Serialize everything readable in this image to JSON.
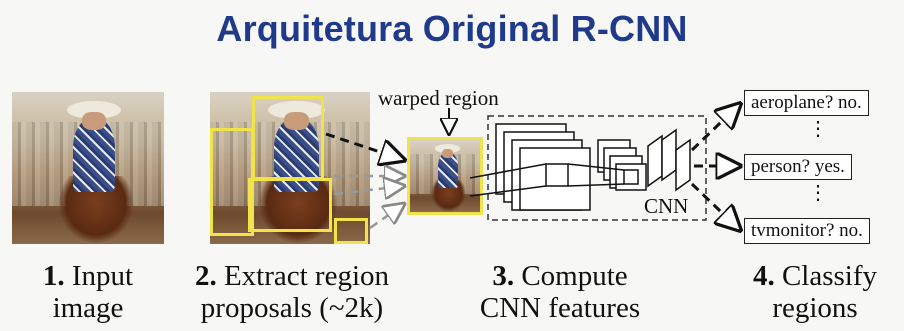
{
  "title": "Arquitetura Original R-CNN",
  "steps": [
    {
      "num": "1.",
      "line1": "Input",
      "line2": "image"
    },
    {
      "num": "2.",
      "line1": "Extract region",
      "line2": "proposals (~2k)"
    },
    {
      "num": "3.",
      "line1": "Compute",
      "line2": "CNN features"
    },
    {
      "num": "4.",
      "line1": "Classify",
      "line2": "regions"
    }
  ],
  "annotations": {
    "warped_region": "warped region",
    "cnn": "CNN"
  },
  "classes": [
    {
      "text": "aeroplane? no."
    },
    {
      "text": "person? yes."
    },
    {
      "text": "tvmonitor? no."
    }
  ],
  "dots": "⋮",
  "colors": {
    "title": "#1f3a8a",
    "proposal_box": "#f0e44a"
  }
}
